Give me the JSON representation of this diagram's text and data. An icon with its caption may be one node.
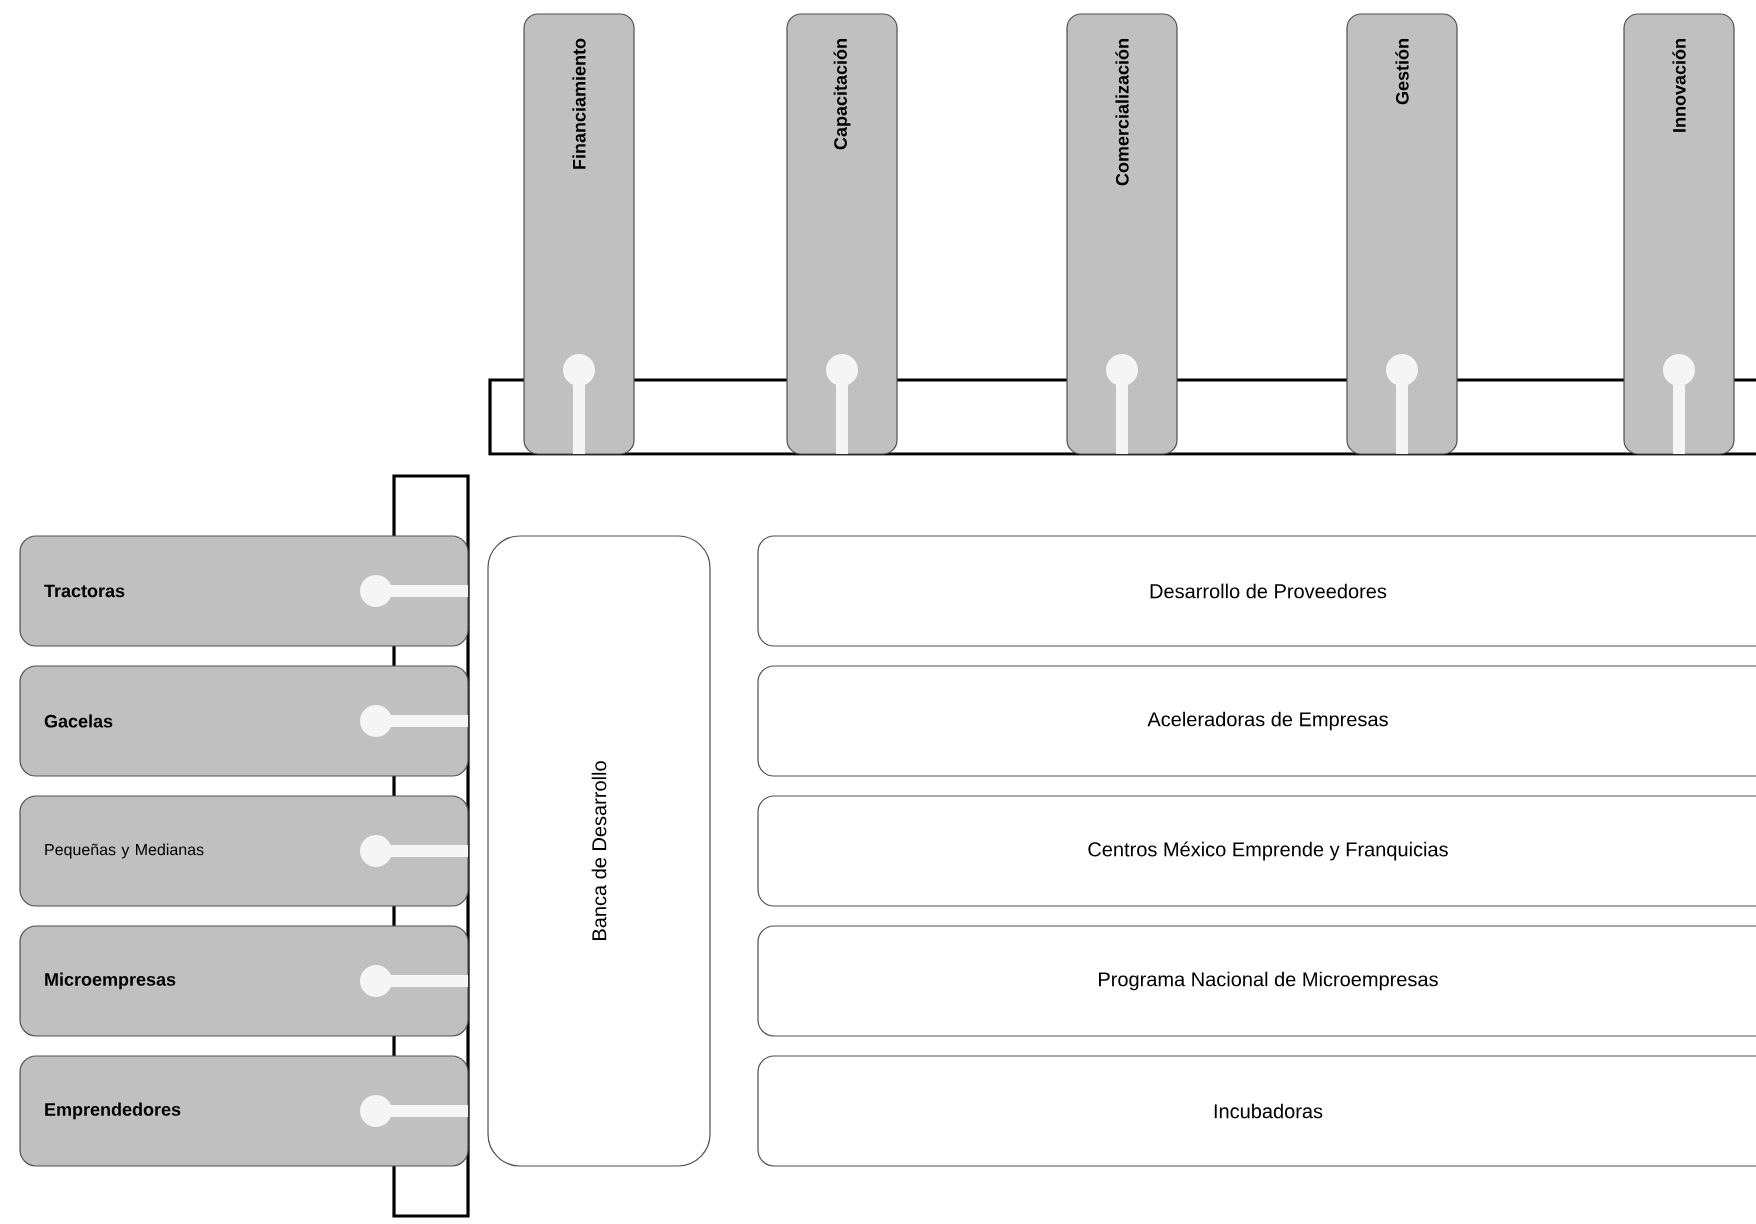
{
  "diagram": {
    "nodes": [
      {
        "text": [
          "Financiamiento"
        ]
      },
      {
        "text": [
          "Capacitación"
        ]
      },
      {
        "text": [
          "Comercialización"
        ]
      },
      {
        "text": [
          "Gestión"
        ]
      },
      {
        "text": [
          "Innovación"
        ]
      },
      {
        "text": [
          "Tractoras"
        ]
      },
      {
        "text": [
          "Gacelas"
        ]
      },
      {
        "text": [
          "Pequeñas y Medianas"
        ]
      },
      {
        "text": [
          "Microempresas"
        ]
      },
      {
        "text": [
          "Emprendedores"
        ]
      },
      {
        "text": [
          "Banca de Desarrollo"
        ]
      },
      {
        "text": [
          "Desarrollo de Proveedores"
        ]
      },
      {
        "text": [
          "Aceleradoras de Empresas"
        ]
      },
      {
        "text": [
          "Centros México Emprende y Franquicias"
        ]
      },
      {
        "text": [
          "Programa Nacional de Microempresas"
        ]
      },
      {
        "text": [
          "Incubadoras"
        ]
      },
      {
        "text": [],
        "shape": "bar"
      },
      {
        "text": [],
        "shape": "bar"
      }
    ]
  }
}
